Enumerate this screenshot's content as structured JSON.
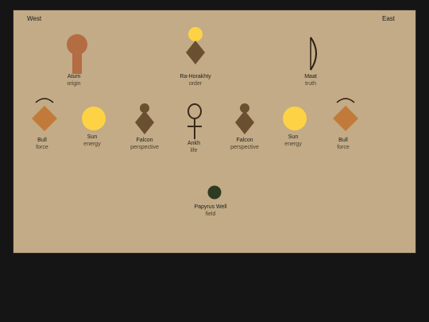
{
  "board": {
    "directions": {
      "west": "West",
      "east": "East"
    },
    "colors": {
      "background": "#c2ab86",
      "atum": "#b46c42",
      "sun": "#fdd245",
      "falcon": "#6b4f31",
      "bull": "#c27a3a",
      "maat_feather": "#2a1d12",
      "ankh": "#3a2a1b",
      "papyrus_well": "#2e3b22"
    },
    "top_row": [
      {
        "name": "Atum",
        "role": "origin",
        "icon": "atum-figure-icon"
      },
      {
        "name": "Ra-Horakhty",
        "role": "order",
        "icon": "ra-horakhty-icon"
      },
      {
        "name": "Maat",
        "role": "truth",
        "icon": "maat-feather-icon"
      }
    ],
    "middle_row": [
      {
        "name": "Bull",
        "role": "force",
        "icon": "bull-icon"
      },
      {
        "name": "Sun",
        "role": "energy",
        "icon": "sun-disc-icon"
      },
      {
        "name": "Falcon",
        "role": "perspective",
        "icon": "falcon-icon"
      },
      {
        "name": "Ankh",
        "role": "life",
        "icon": "ankh-icon"
      },
      {
        "name": "Falcon",
        "role": "perspective",
        "icon": "falcon-icon"
      },
      {
        "name": "Sun",
        "role": "energy",
        "icon": "sun-disc-icon"
      },
      {
        "name": "Bull",
        "role": "force",
        "icon": "bull-icon"
      }
    ],
    "bottom": {
      "name": "Papyrus Well",
      "role": "field",
      "icon": "papyrus-well-icon"
    }
  }
}
